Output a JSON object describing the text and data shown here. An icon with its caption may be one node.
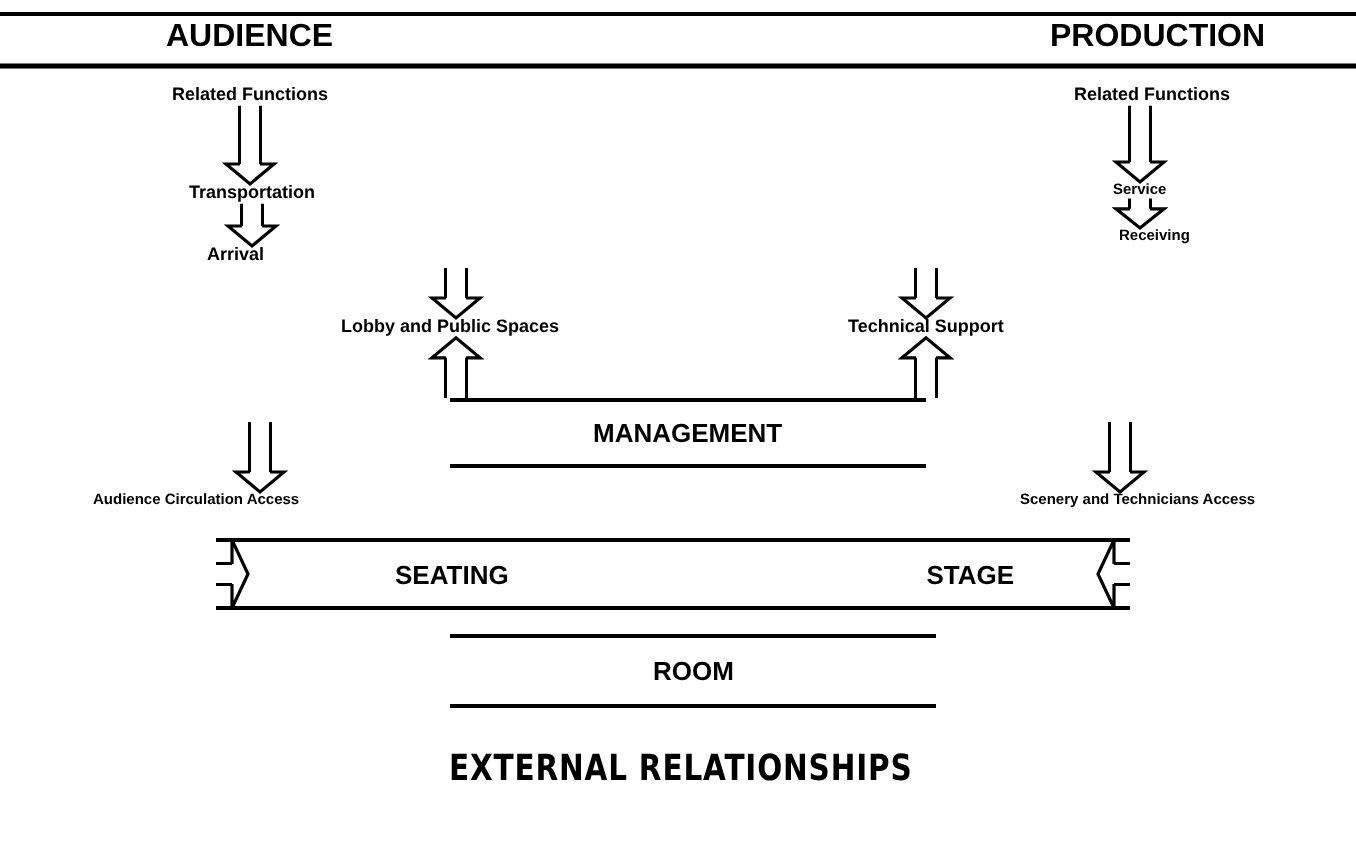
{
  "diagram": {
    "title": "EXTERNAL RELATIONSHIPS",
    "nodes": [
      {
        "text": [
          "AUDIENCE"
        ]
      },
      {
        "text": [
          "PRODUCTION"
        ]
      },
      {
        "text": [
          "Related Functions"
        ]
      },
      {
        "text": [
          "Transportation"
        ]
      },
      {
        "text": [
          "Arrival"
        ]
      },
      {
        "text": [
          "Lobby and Public Spaces"
        ]
      },
      {
        "text": [
          "Audience Circulation Access"
        ]
      },
      {
        "text": [
          "Related Functions"
        ]
      },
      {
        "text": [
          "Service"
        ]
      },
      {
        "text": [
          "Receiving"
        ]
      },
      {
        "text": [
          "Technical Support"
        ]
      },
      {
        "text": [
          "Scenery and Technicians Access"
        ]
      },
      {
        "text": [
          "MANAGEMENT"
        ]
      },
      {
        "text": [
          "SEATING",
          "STAGE"
        ]
      },
      {
        "text": [
          "ROOM"
        ]
      }
    ],
    "edges": [
      {
        "from": 2,
        "to": 3,
        "arrow": "to"
      },
      {
        "from": 3,
        "to": 4,
        "arrow": "to"
      },
      {
        "from": null,
        "to": 5,
        "arrow": "to"
      },
      {
        "from": 12,
        "to": 5,
        "arrow": "to"
      },
      {
        "from": null,
        "to": 6,
        "arrow": "to"
      },
      {
        "from": 7,
        "to": 8,
        "arrow": "to"
      },
      {
        "from": 8,
        "to": 9,
        "arrow": "to"
      },
      {
        "from": null,
        "to": 10,
        "arrow": "to"
      },
      {
        "from": 12,
        "to": 10,
        "arrow": "to"
      },
      {
        "from": null,
        "to": 11,
        "arrow": "to"
      },
      {
        "from": null,
        "to": 13,
        "arrow": "to"
      },
      {
        "from": null,
        "to": 13,
        "arrow": "to"
      }
    ]
  }
}
